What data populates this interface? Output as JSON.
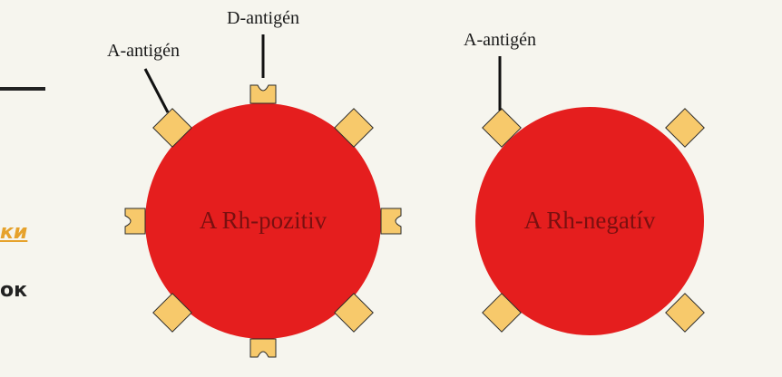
{
  "slide": {
    "left_fragments": {
      "link_text": "ки",
      "bold_text": "ок"
    }
  },
  "diagram": {
    "colors": {
      "cell": "#e51e1e",
      "antigen_fill": "#f7c96b",
      "antigen_stroke": "#2a2a2a",
      "label_text": "#1a1a1a",
      "cell_text": "#7a1010"
    },
    "cells": [
      {
        "label": "A Rh-pozitiv",
        "antigen_labels": [
          "A-antigén",
          "D-antigén"
        ]
      },
      {
        "label": "A Rh-negatív",
        "antigen_labels": [
          "A-antigén"
        ]
      }
    ]
  }
}
